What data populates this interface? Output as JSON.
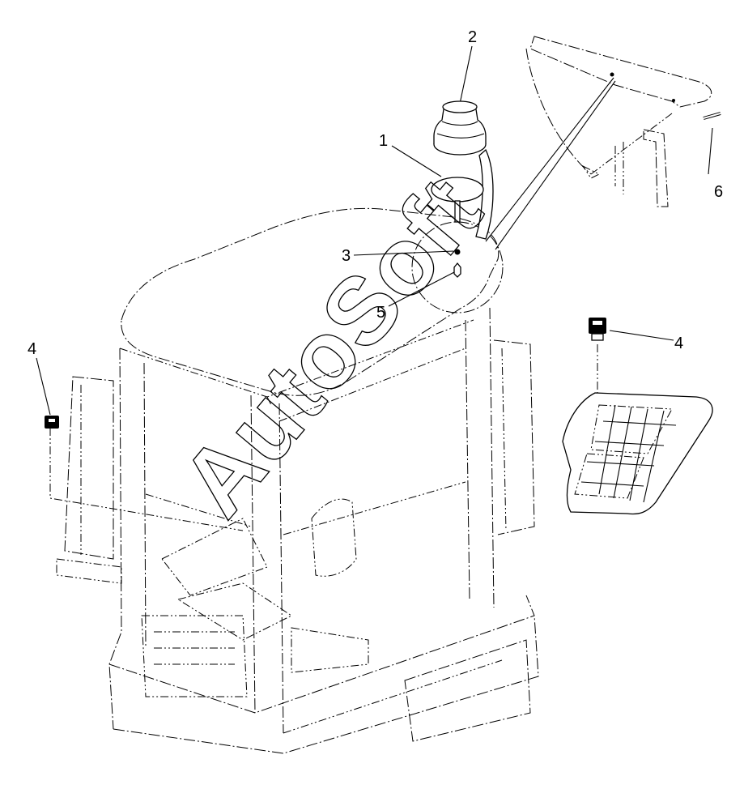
{
  "callouts": [
    {
      "id": "c1",
      "text": "1"
    },
    {
      "id": "c2",
      "text": "2"
    },
    {
      "id": "c3",
      "text": "3"
    },
    {
      "id": "c4a",
      "text": "4"
    },
    {
      "id": "c4b",
      "text": "4"
    },
    {
      "id": "c5",
      "text": "5"
    },
    {
      "id": "c6",
      "text": "6"
    }
  ],
  "watermark": "AutoSoft"
}
